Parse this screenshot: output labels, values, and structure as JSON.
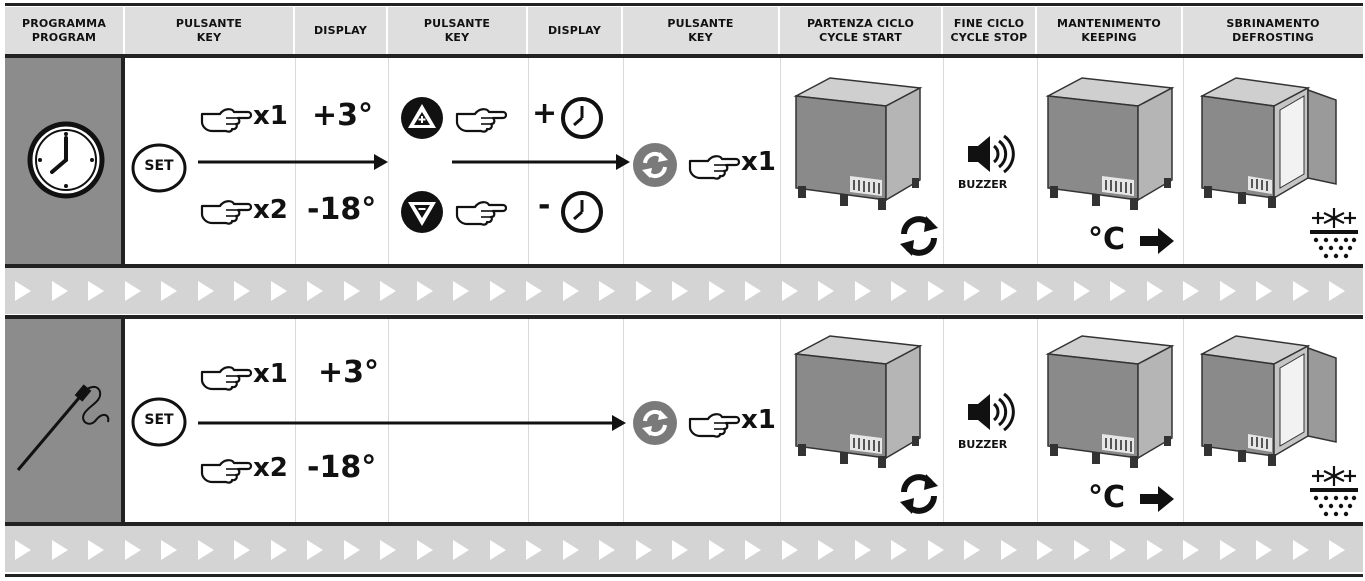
{
  "headers": [
    {
      "it": "PROGRAMMA",
      "en": "PROGRAM"
    },
    {
      "it": "PULSANTE",
      "en": "KEY"
    },
    {
      "it": "DISPLAY",
      "en": ""
    },
    {
      "it": "PULSANTE",
      "en": "KEY"
    },
    {
      "it": "DISPLAY",
      "en": ""
    },
    {
      "it": "PULSANTE",
      "en": "KEY"
    },
    {
      "it": "PARTENZA CICLO",
      "en": "CYCLE START"
    },
    {
      "it": "FINE CICLO",
      "en": "CYCLE STOP"
    },
    {
      "it": "MANTENIMENTO",
      "en": "KEEPING"
    },
    {
      "it": "SBRINAMENTO",
      "en": "DEFROSTING"
    }
  ],
  "set_label": "SET",
  "row1": {
    "press_x1": "x1",
    "press_x2": "x2",
    "temp_pos": "+3°",
    "temp_neg": "-18°",
    "plus": "+",
    "minus": "-",
    "cycle_press": "x1",
    "buzzer": "BUZZER",
    "keeping_unit": "°C"
  },
  "row2": {
    "press_x1": "x1",
    "press_x2": "x2",
    "temp_pos": "+3°",
    "temp_neg": "-18°",
    "cycle_press": "x1",
    "buzzer": "BUZZER",
    "keeping_unit": "°C"
  },
  "icons": [
    "clock-icon",
    "probe-icon",
    "set-button-icon",
    "hand-pointer-icon",
    "up-key-icon",
    "down-key-icon",
    "cycle-key-icon",
    "fridge-icon",
    "refresh-icon",
    "buzzer-icon",
    "arrow-right-icon",
    "open-fridge-icon",
    "snowflake-drops-icon"
  ]
}
